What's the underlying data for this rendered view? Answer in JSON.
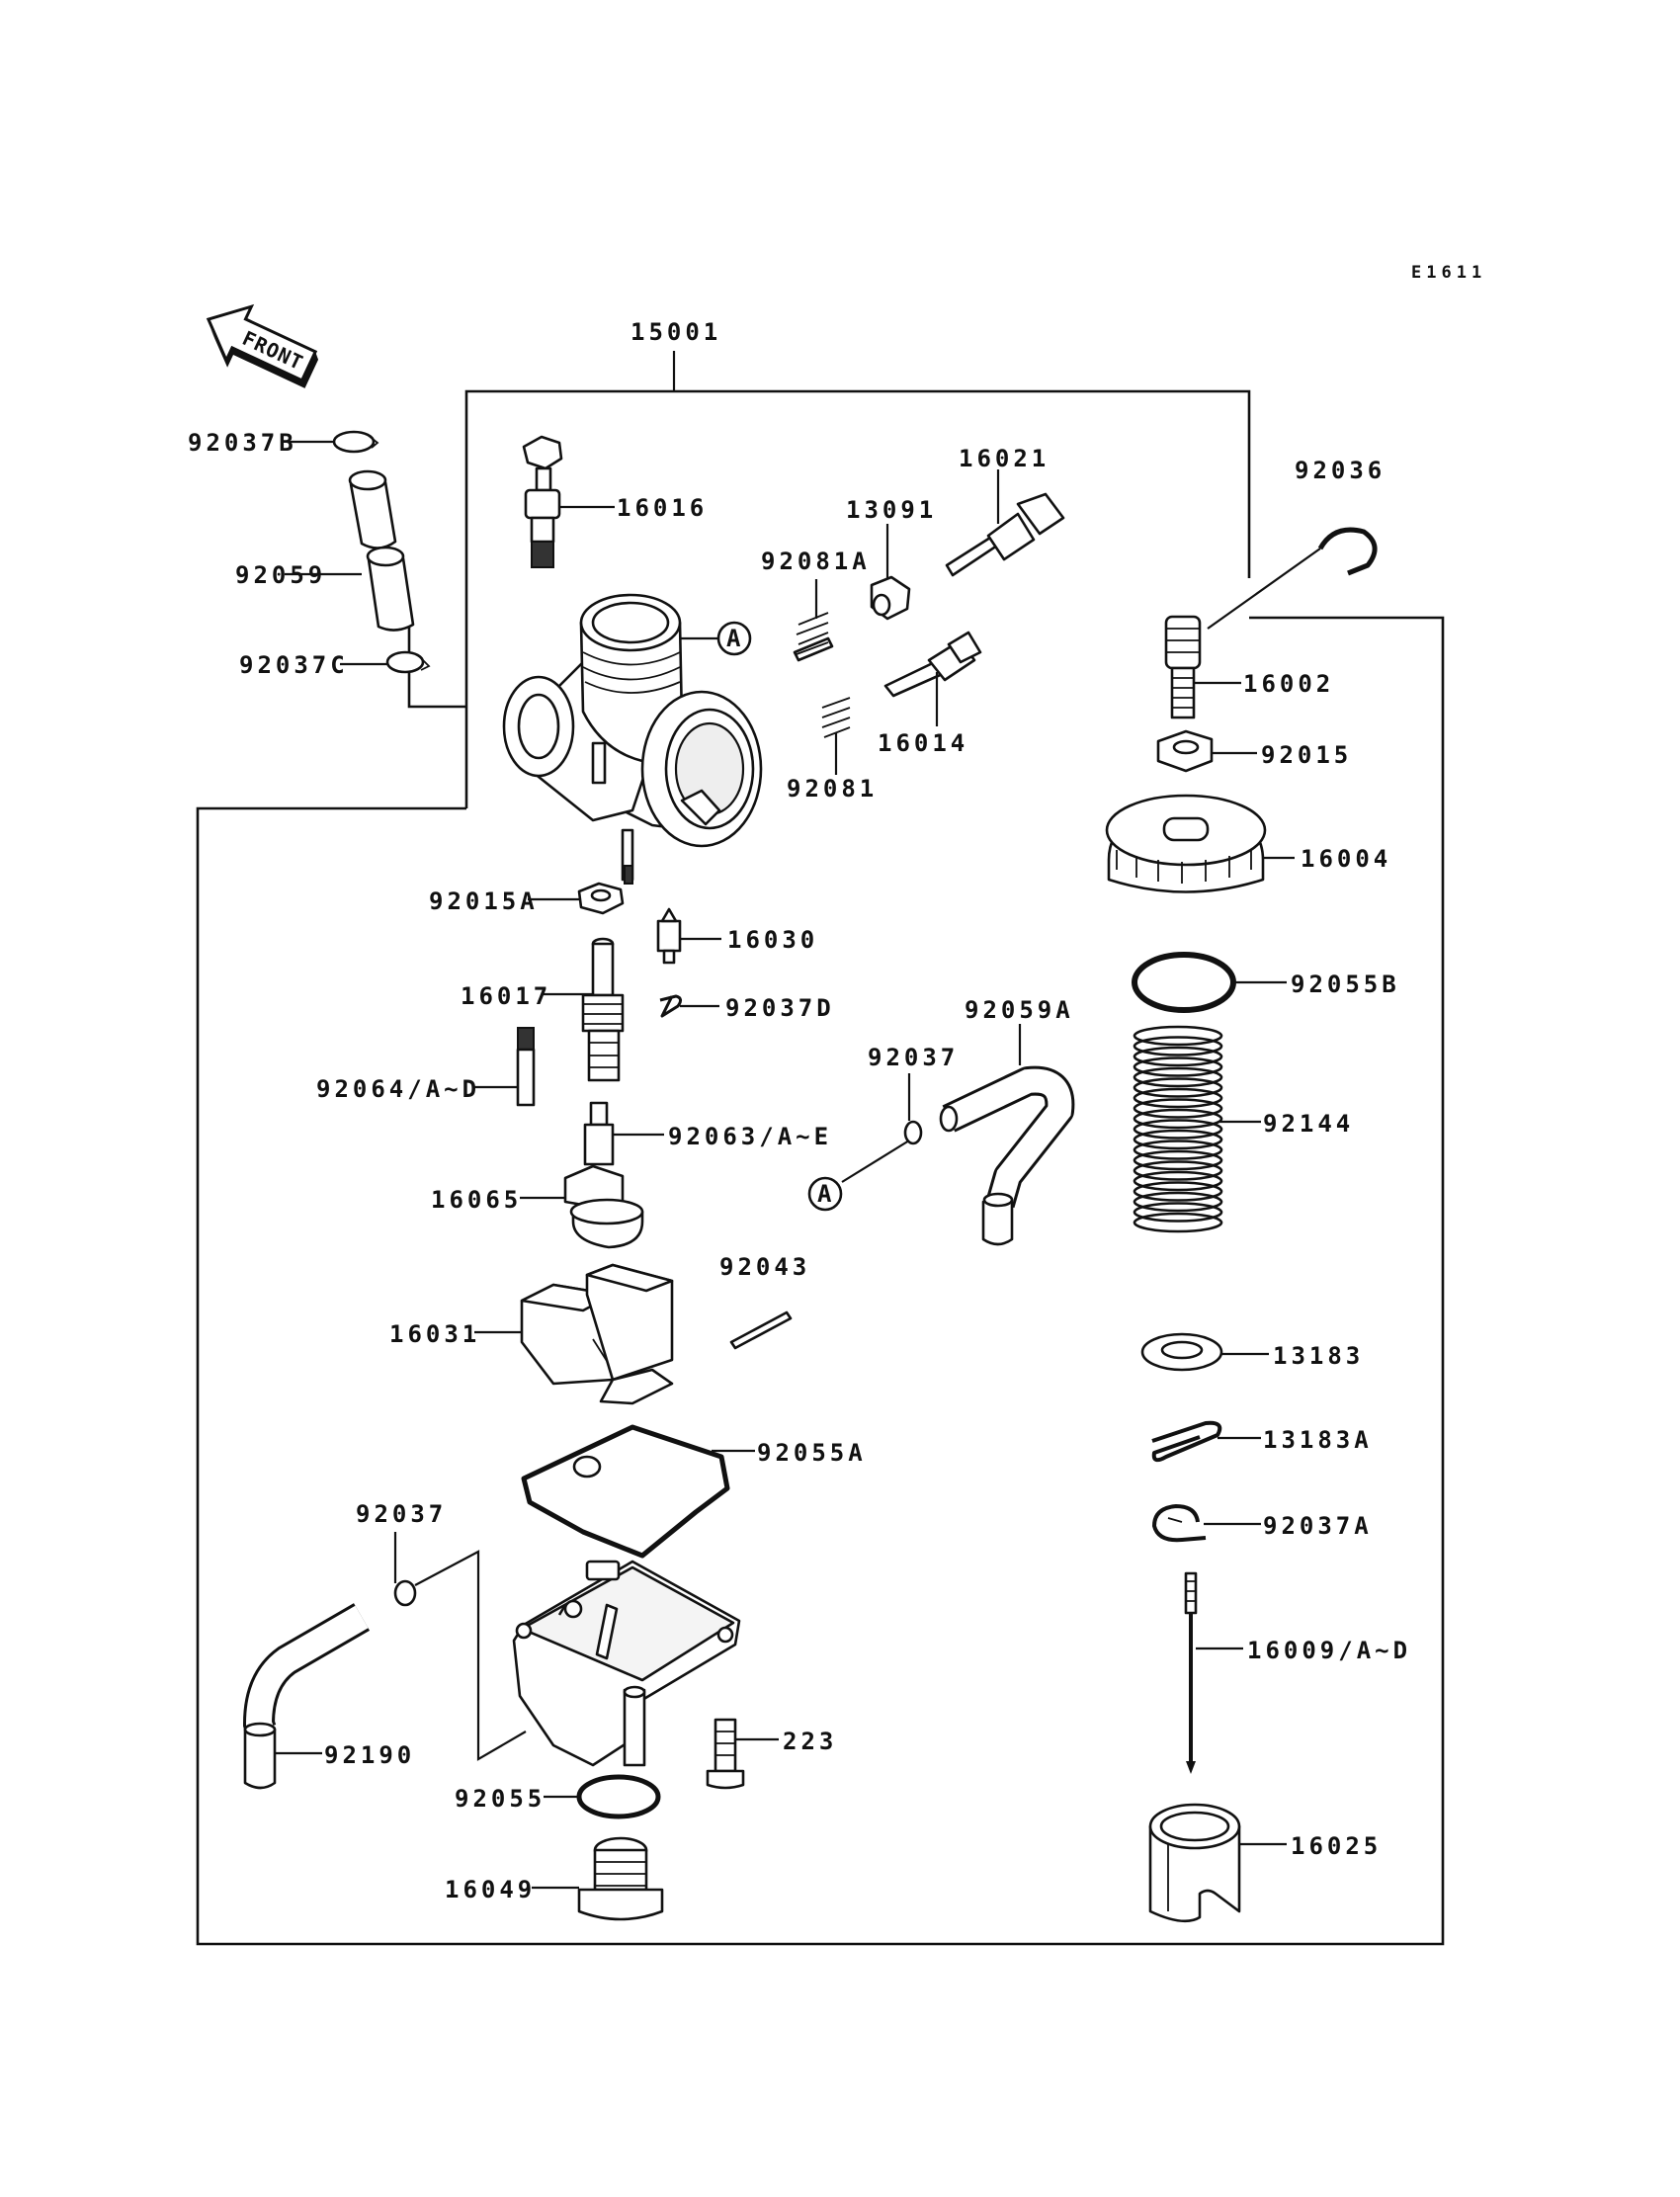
{
  "diagram": {
    "code": "E1611",
    "front_label": "FRONT",
    "ref_marker": "A",
    "assembly_label": "15001",
    "labels": [
      {
        "id": "92037B",
        "text": "92037B"
      },
      {
        "id": "92059",
        "text": "92059"
      },
      {
        "id": "92037C",
        "text": "92037C"
      },
      {
        "id": "16016",
        "text": "16016"
      },
      {
        "id": "16021",
        "text": "16021"
      },
      {
        "id": "13091",
        "text": "13091"
      },
      {
        "id": "92081A",
        "text": "92081A"
      },
      {
        "id": "16014",
        "text": "16014"
      },
      {
        "id": "92081",
        "text": "92081"
      },
      {
        "id": "92036",
        "text": "92036"
      },
      {
        "id": "16002",
        "text": "16002"
      },
      {
        "id": "92015",
        "text": "92015"
      },
      {
        "id": "16004",
        "text": "16004"
      },
      {
        "id": "92015A",
        "text": "92015A"
      },
      {
        "id": "16030",
        "text": "16030"
      },
      {
        "id": "16017",
        "text": "16017"
      },
      {
        "id": "92037D",
        "text": "92037D"
      },
      {
        "id": "92059A",
        "text": "92059A"
      },
      {
        "id": "92055B",
        "text": "92055B"
      },
      {
        "id": "92037",
        "text": "92037"
      },
      {
        "id": "92064",
        "text": "92064/A~D"
      },
      {
        "id": "92063",
        "text": "92063/A~E"
      },
      {
        "id": "92144",
        "text": "92144"
      },
      {
        "id": "16065",
        "text": "16065"
      },
      {
        "id": "92043",
        "text": "92043"
      },
      {
        "id": "16031",
        "text": "16031"
      },
      {
        "id": "13183",
        "text": "13183"
      },
      {
        "id": "13183A",
        "text": "13183A"
      },
      {
        "id": "92055A",
        "text": "92055A"
      },
      {
        "id": "92037A",
        "text": "92037A"
      },
      {
        "id": "92037-lower",
        "text": "92037"
      },
      {
        "id": "16009",
        "text": "16009/A~D"
      },
      {
        "id": "92190",
        "text": "92190"
      },
      {
        "id": "223",
        "text": "223"
      },
      {
        "id": "92055",
        "text": "92055"
      },
      {
        "id": "16025",
        "text": "16025"
      },
      {
        "id": "16049",
        "text": "16049"
      }
    ]
  }
}
